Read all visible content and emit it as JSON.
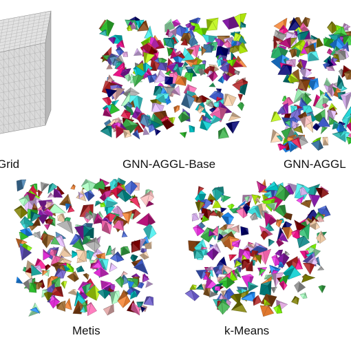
{
  "panels": [
    {
      "id": "grid",
      "label": "Grid"
    },
    {
      "id": "gnn-aggl-base",
      "label": "GNN-AGGL-Base"
    },
    {
      "id": "gnn-aggl",
      "label": "GNN-AGGL"
    },
    {
      "id": "metis",
      "label": "Metis"
    },
    {
      "id": "k-means",
      "label": "k-Means"
    }
  ],
  "palette": [
    "#e6194b",
    "#3cb44b",
    "#4363d8",
    "#f58231",
    "#911eb4",
    "#46f0f0",
    "#f032e6",
    "#bcf60c",
    "#fabebe",
    "#008080",
    "#e6beff",
    "#9a6324",
    "#800000",
    "#aaffc3",
    "#808000",
    "#000075",
    "#a9a9a9",
    "#ffd8b1",
    "#2fbf71",
    "#c71585",
    "#1e90ff",
    "#32cd32",
    "#ff1493",
    "#6a5acd",
    "#20b2aa",
    "#8b4513",
    "#dda0dd",
    "#00ced1",
    "#7fff00",
    "#b22222",
    "#ff69b4",
    "#4682b4"
  ],
  "mesh_color": "#d8d8d8"
}
